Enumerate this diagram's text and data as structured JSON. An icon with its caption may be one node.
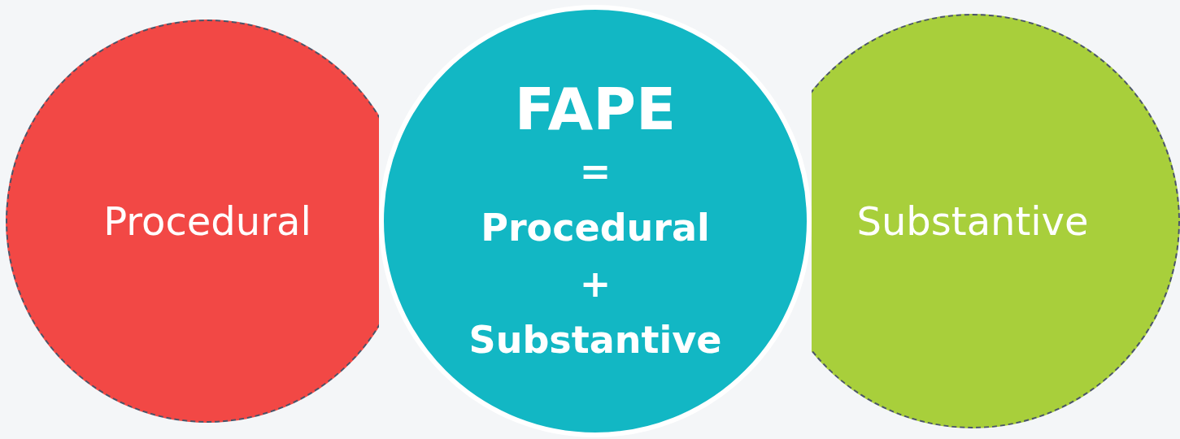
{
  "diagram": {
    "nodes": [
      {
        "text": [
          "Procedural"
        ]
      },
      {
        "text": [
          "FAPE",
          "= Procedural + Substantive"
        ]
      },
      {
        "text": [
          "Substantive"
        ]
      }
    ]
  }
}
